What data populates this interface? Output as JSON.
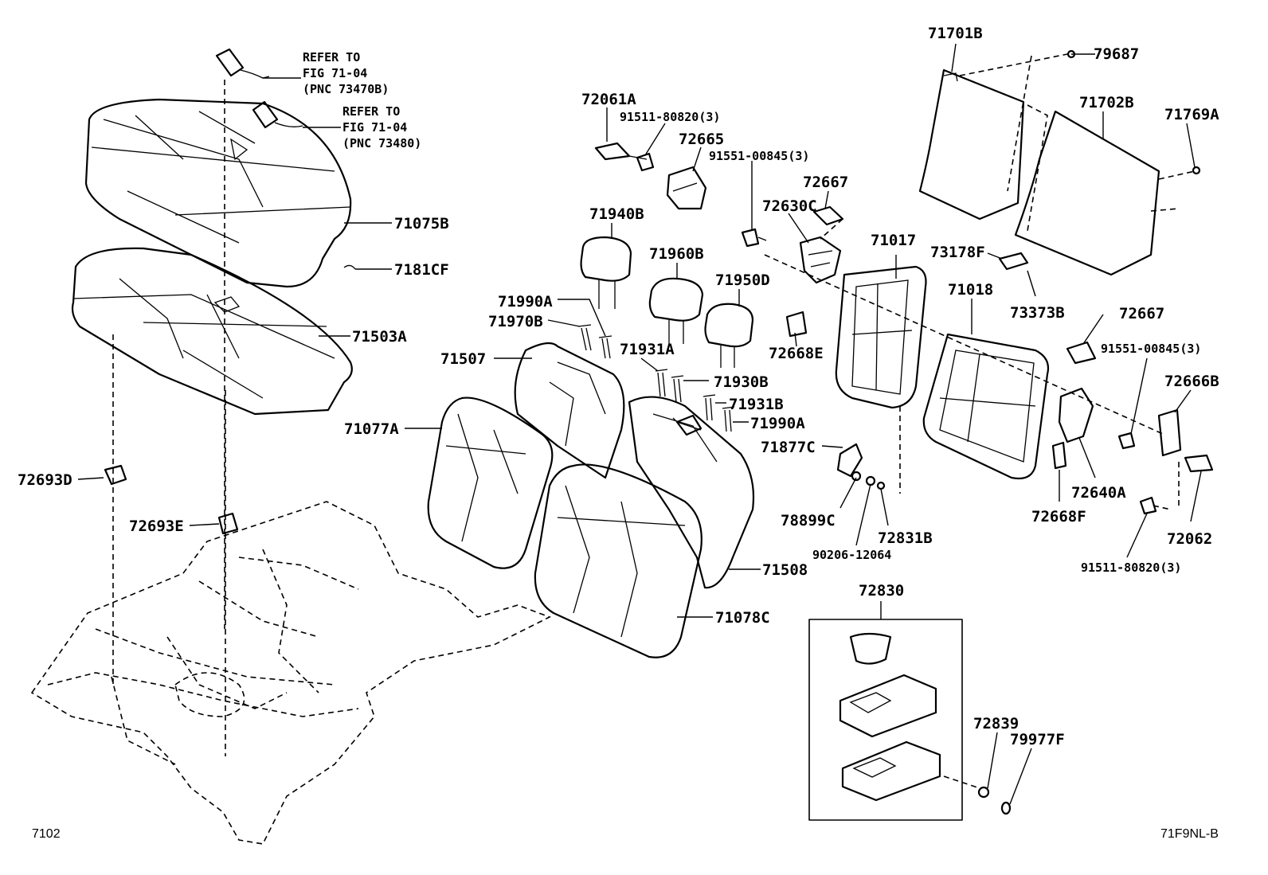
{
  "labels": {
    "ref1": [
      "REFER TO",
      "FIG 71-04",
      "(PNC 73470B)"
    ],
    "ref2": [
      "REFER TO",
      "FIG 71-04",
      "(PNC 73480)"
    ],
    "p71075B": "71075B",
    "p7181CF": "7181CF",
    "p71503A": "71503A",
    "p72693D": "72693D",
    "p72693E": "72693E",
    "p72061A": "72061A",
    "p91511a": "91511-80820(3)",
    "p72665": "72665",
    "p91551a": "91551-00845(3)",
    "p72667a": "72667",
    "p72630C": "72630C",
    "p71940B": "71940B",
    "p71960B": "71960B",
    "p71950D": "71950D",
    "p71990A_a": "71990A",
    "p71970B": "71970B",
    "p71507": "71507",
    "p71931A": "71931A",
    "p71930B": "71930B",
    "p71931B": "71931B",
    "p71990A_b": "71990A",
    "p71077A": "71077A",
    "p72668E": "72668E",
    "p71017": "71017",
    "p71877C": "71877C",
    "p78899C": "78899C",
    "p72831B": "72831B",
    "p90206": "90206-12064",
    "p71508": "71508",
    "p71078C": "71078C",
    "p72830": "72830",
    "p72839": "72839",
    "p79977F": "79977F",
    "p71701B": "71701B",
    "p79687": "79687",
    "p71702B": "71702B",
    "p71769A": "71769A",
    "p73178F": "73178F",
    "p73373B": "73373B",
    "p71018": "71018",
    "p72667b": "72667",
    "p91551b": "91551-00845(3)",
    "p72666B": "72666B",
    "p72640A": "72640A",
    "p72668F": "72668F",
    "p72062": "72062",
    "p91511b": "91511-80820(3)"
  },
  "footer": {
    "left": "7102",
    "right": "71F9NL-B"
  }
}
